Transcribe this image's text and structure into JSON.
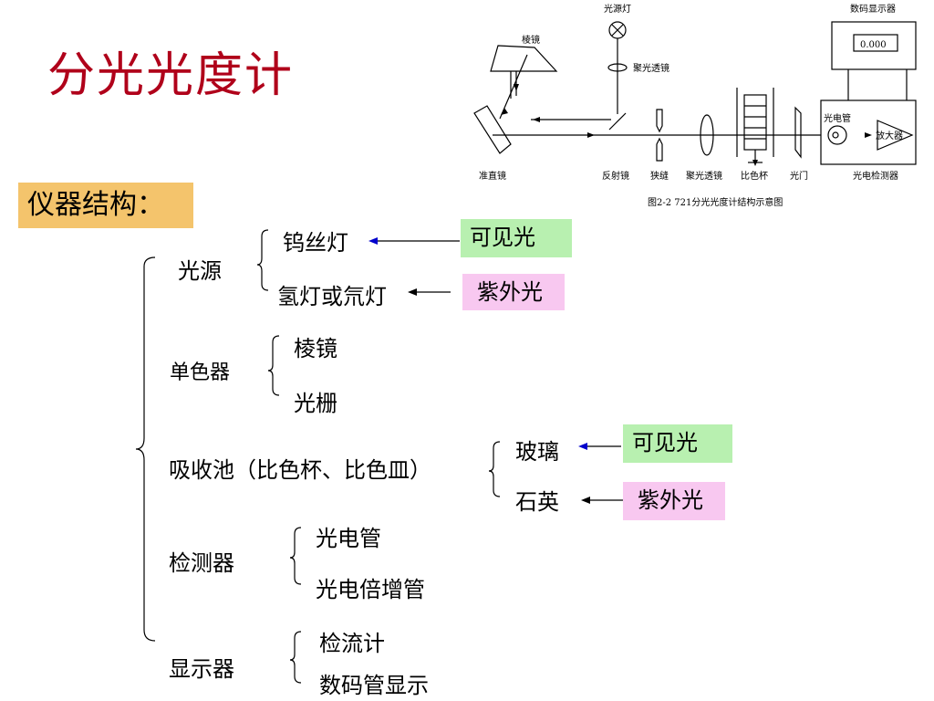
{
  "title": "分光光度计",
  "section_title": "仪器结构：",
  "tree": {
    "light_source": {
      "label": "光源",
      "tungsten": "钨丝灯",
      "hydrogen": "氢灯或氘灯"
    },
    "monochromator": {
      "label": "单色器",
      "prism": "棱镜",
      "grating": "光栅"
    },
    "cuvette": {
      "label": "吸收池（比色杯、比色皿）",
      "glass": "玻璃",
      "quartz": "石英"
    },
    "detector": {
      "label": "检测器",
      "phototube": "光电管",
      "pmt": "光电倍增管"
    },
    "display": {
      "label": "显示器",
      "galvanometer": "检流计",
      "digital": "数码管显示"
    }
  },
  "tags": {
    "visible": "可见光",
    "uv": "紫外光"
  },
  "diagram": {
    "lamp": "光源灯",
    "display": "数码显示器",
    "readout": "0.000",
    "prism": "棱镜",
    "condenser_top": "聚光透镜",
    "collimator": "准直镜",
    "reflector": "反射镜",
    "slit": "狭缝",
    "condenser_bottom": "聚光透镜",
    "cuvette": "比色杯",
    "shutter": "光门",
    "detector": "光电检测器",
    "phototube": "光电管",
    "amplifier": "放大器",
    "caption": "图2-2  721分光光度计结构示意图"
  },
  "colors": {
    "title": "#b0001a",
    "section_bg": "#f4c46c",
    "visible_bg": "#b8f0b0",
    "uv_bg": "#f8c8f0",
    "arrow_blue": "#0000cc"
  }
}
